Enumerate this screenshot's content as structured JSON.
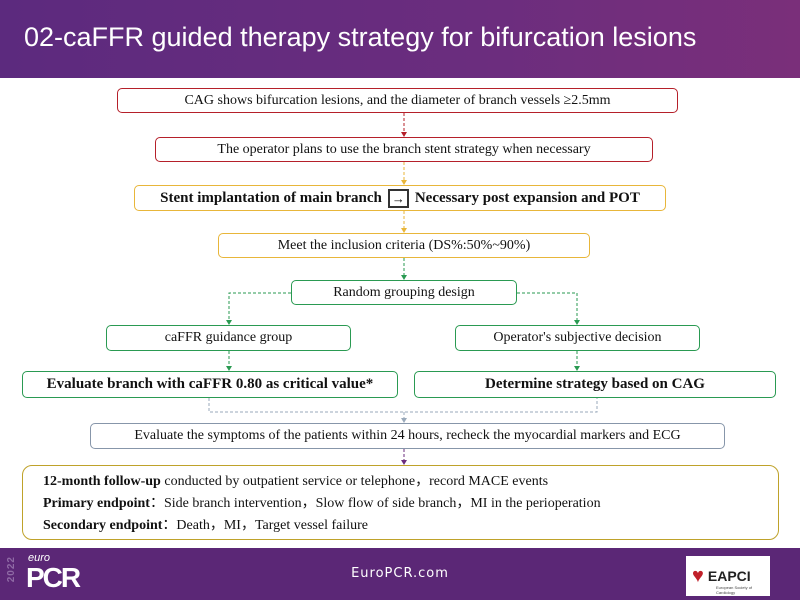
{
  "title": "02-caFFR guided therapy strategy for bifurcation lesions",
  "flow": {
    "step1": "CAG shows bifurcation  lesions,  and the diameter  of branch vessels  ≥2.5mm",
    "step2": "The operator plans to use the branch stent strategy when necessary",
    "step3_a": "Stent implantation  of main branch",
    "step3_arrow": "→",
    "step3_b": "Necessary post expansion and POT",
    "step4": "Meet the inclusion  criteria  (DS%:50%~90%)",
    "step5": "Random grouping  design",
    "left_group": "caFFR guidance  group",
    "right_group": "Operator's subjective  decision",
    "left_action": "Evaluate branch  with  caFFR 0.80 as critical value*",
    "right_action": "Determine strategy based on CAG",
    "step_eval": "Evaluate  the symptoms  of the patients within  24 hours,  recheck the myocardial  markers and ECG"
  },
  "endpoints": [
    {
      "label": "12-month follow-up",
      "text": " conducted by outpatient service or telephone，record MACE events"
    },
    {
      "label": "Primary endpoint",
      "text": "：Side branch intervention，Slow flow of side branch，MI in the perioperation"
    },
    {
      "label": "Secondary endpoint",
      "text": "：Death，MI，Target vessel failure"
    }
  ],
  "footer": {
    "year": "2022",
    "logo_small": "euro",
    "logo_big": "PCR",
    "site": "EuroPCR.com",
    "partner": "EAPCI",
    "partner_sub": "European Society of Cardiology"
  },
  "colors": {
    "purple": "#5b2776",
    "red": "#b5202a",
    "gold": "#e8b63a",
    "green": "#2a9a52",
    "blue": "#8796aa"
  }
}
